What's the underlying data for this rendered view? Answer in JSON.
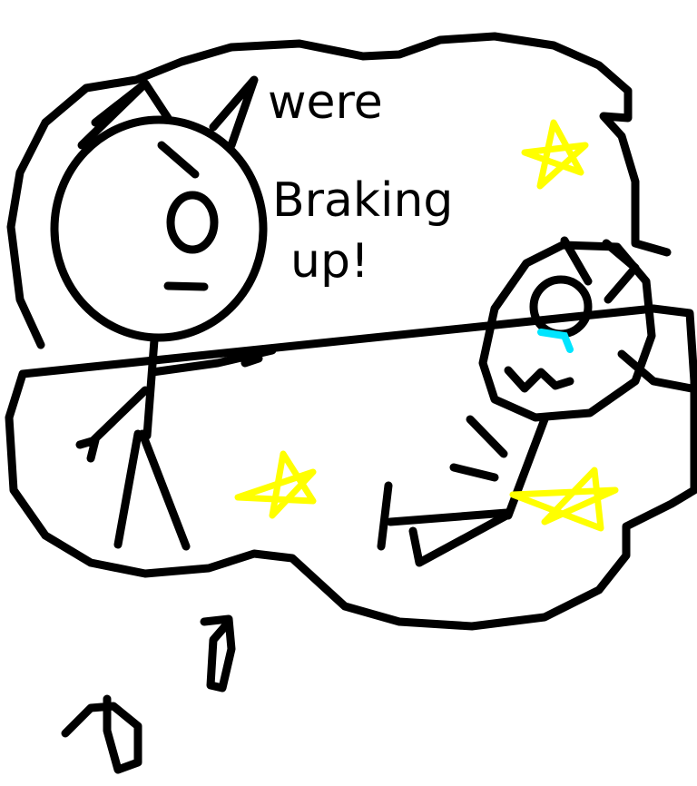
{
  "drawing": {
    "speech_line1": "were",
    "speech_line2": "Braking",
    "speech_line3": "up!"
  },
  "colors": {
    "ink": "#000000",
    "star": "#ffff00",
    "tear": "#00e5ff",
    "background": "#ffffff"
  }
}
